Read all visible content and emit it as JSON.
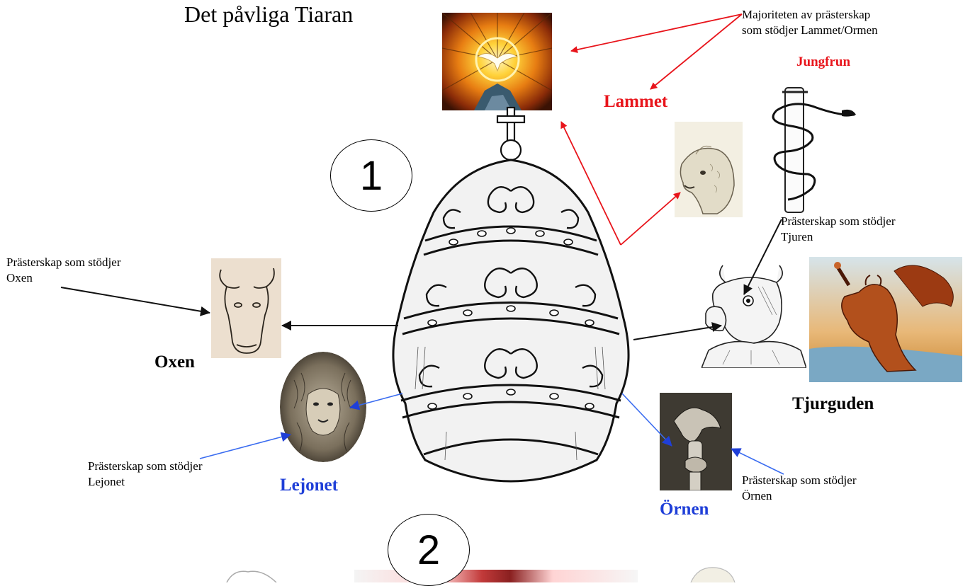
{
  "title": "Det påvliga Tiaran",
  "top_right_note": "Majoriteten av prästerskap\nsom stödjer  Lammet/Ormen",
  "labels": {
    "jungfrun": "Jungfrun",
    "lammet": "Lammet",
    "oxen": "Oxen",
    "lejonet": "Lejonet",
    "ornen": "Örnen",
    "tjurguden": "Tjurguden"
  },
  "notes": {
    "oxen": "Prästerskap som stödjer\nOxen",
    "tjuren": "Prästerskap som stödjer\nTjuren",
    "lejonet": "Prästerskap som stödjer\nLejonet",
    "ornen": "Prästerskap som stödjer\nÖrnen"
  },
  "circles": {
    "one": "1",
    "two": "2"
  },
  "colors": {
    "red_accent": "#e8141b",
    "blue_accent": "#1f3fd8",
    "black": "#000000"
  },
  "images": [
    "stained-glass-dove-image",
    "papal-tiara-image",
    "lamb-head-image",
    "serpent-staff-image",
    "ox-head-image",
    "lion-head-image",
    "bull-head-image",
    "bull-god-painting-image",
    "eagle-staff-image"
  ]
}
